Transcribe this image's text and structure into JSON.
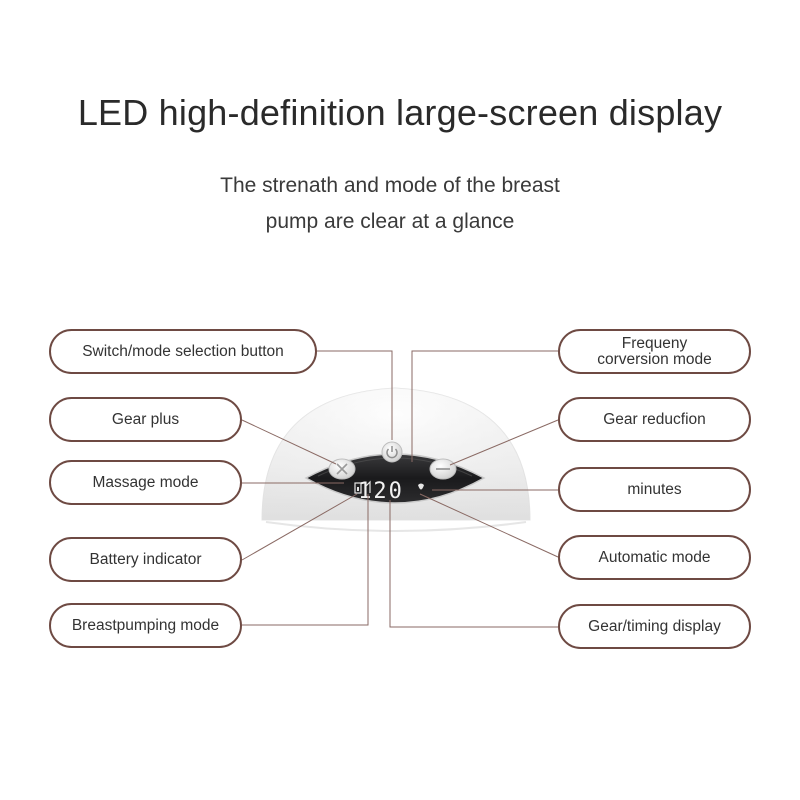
{
  "header": {
    "title": "LED high-definition large-screen display",
    "subtitle_line1": "The strenath and mode of the breast",
    "subtitle_line2": "pump are clear at a glance"
  },
  "labels_left": {
    "switch": "Switch/mode selection button",
    "gear_plus": "Gear plus",
    "massage": "Massage mode",
    "battery": "Battery indicator",
    "breastpumping": "Breastpumping mode"
  },
  "labels_right": {
    "frequency_line1": "Frequeny",
    "frequency_line2": "corversion mode",
    "gear_reduction": "Gear reducfion",
    "minutes": "minutes",
    "automatic": "Automatic mode",
    "gear_timing": "Gear/timing display"
  },
  "display": {
    "digits": "120"
  },
  "colors": {
    "pill_border": "#6e4a43",
    "leader_line": "#8a6a64",
    "display_bg": "#1b1b1d",
    "digit_color": "#f2f2f2"
  },
  "icons": [
    "power-icon",
    "plus-icon",
    "minus-icon"
  ]
}
